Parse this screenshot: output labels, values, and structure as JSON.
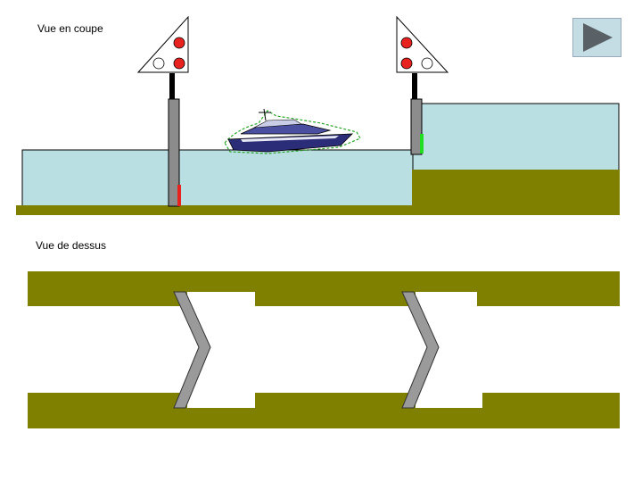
{
  "labels": {
    "section_view": "Vue en coupe",
    "top_view": "Vue de dessus"
  },
  "colors": {
    "water": "#b9dfe3",
    "bank": "#808000",
    "gate": "#8c8c8c",
    "signal_red": "#e8231f",
    "signal_green": "#22dd22",
    "boat_hull": "#2b2d78",
    "play_button_bg": "#c4dce3",
    "play_icon": "#5a6166"
  },
  "signals": [
    {
      "id": "signal-left",
      "lights": [
        "red",
        "off",
        "red"
      ]
    },
    {
      "id": "signal-right",
      "lights": [
        "red",
        "red",
        "off"
      ]
    }
  ],
  "controls": {
    "play_icon": "play-triangle-icon"
  }
}
